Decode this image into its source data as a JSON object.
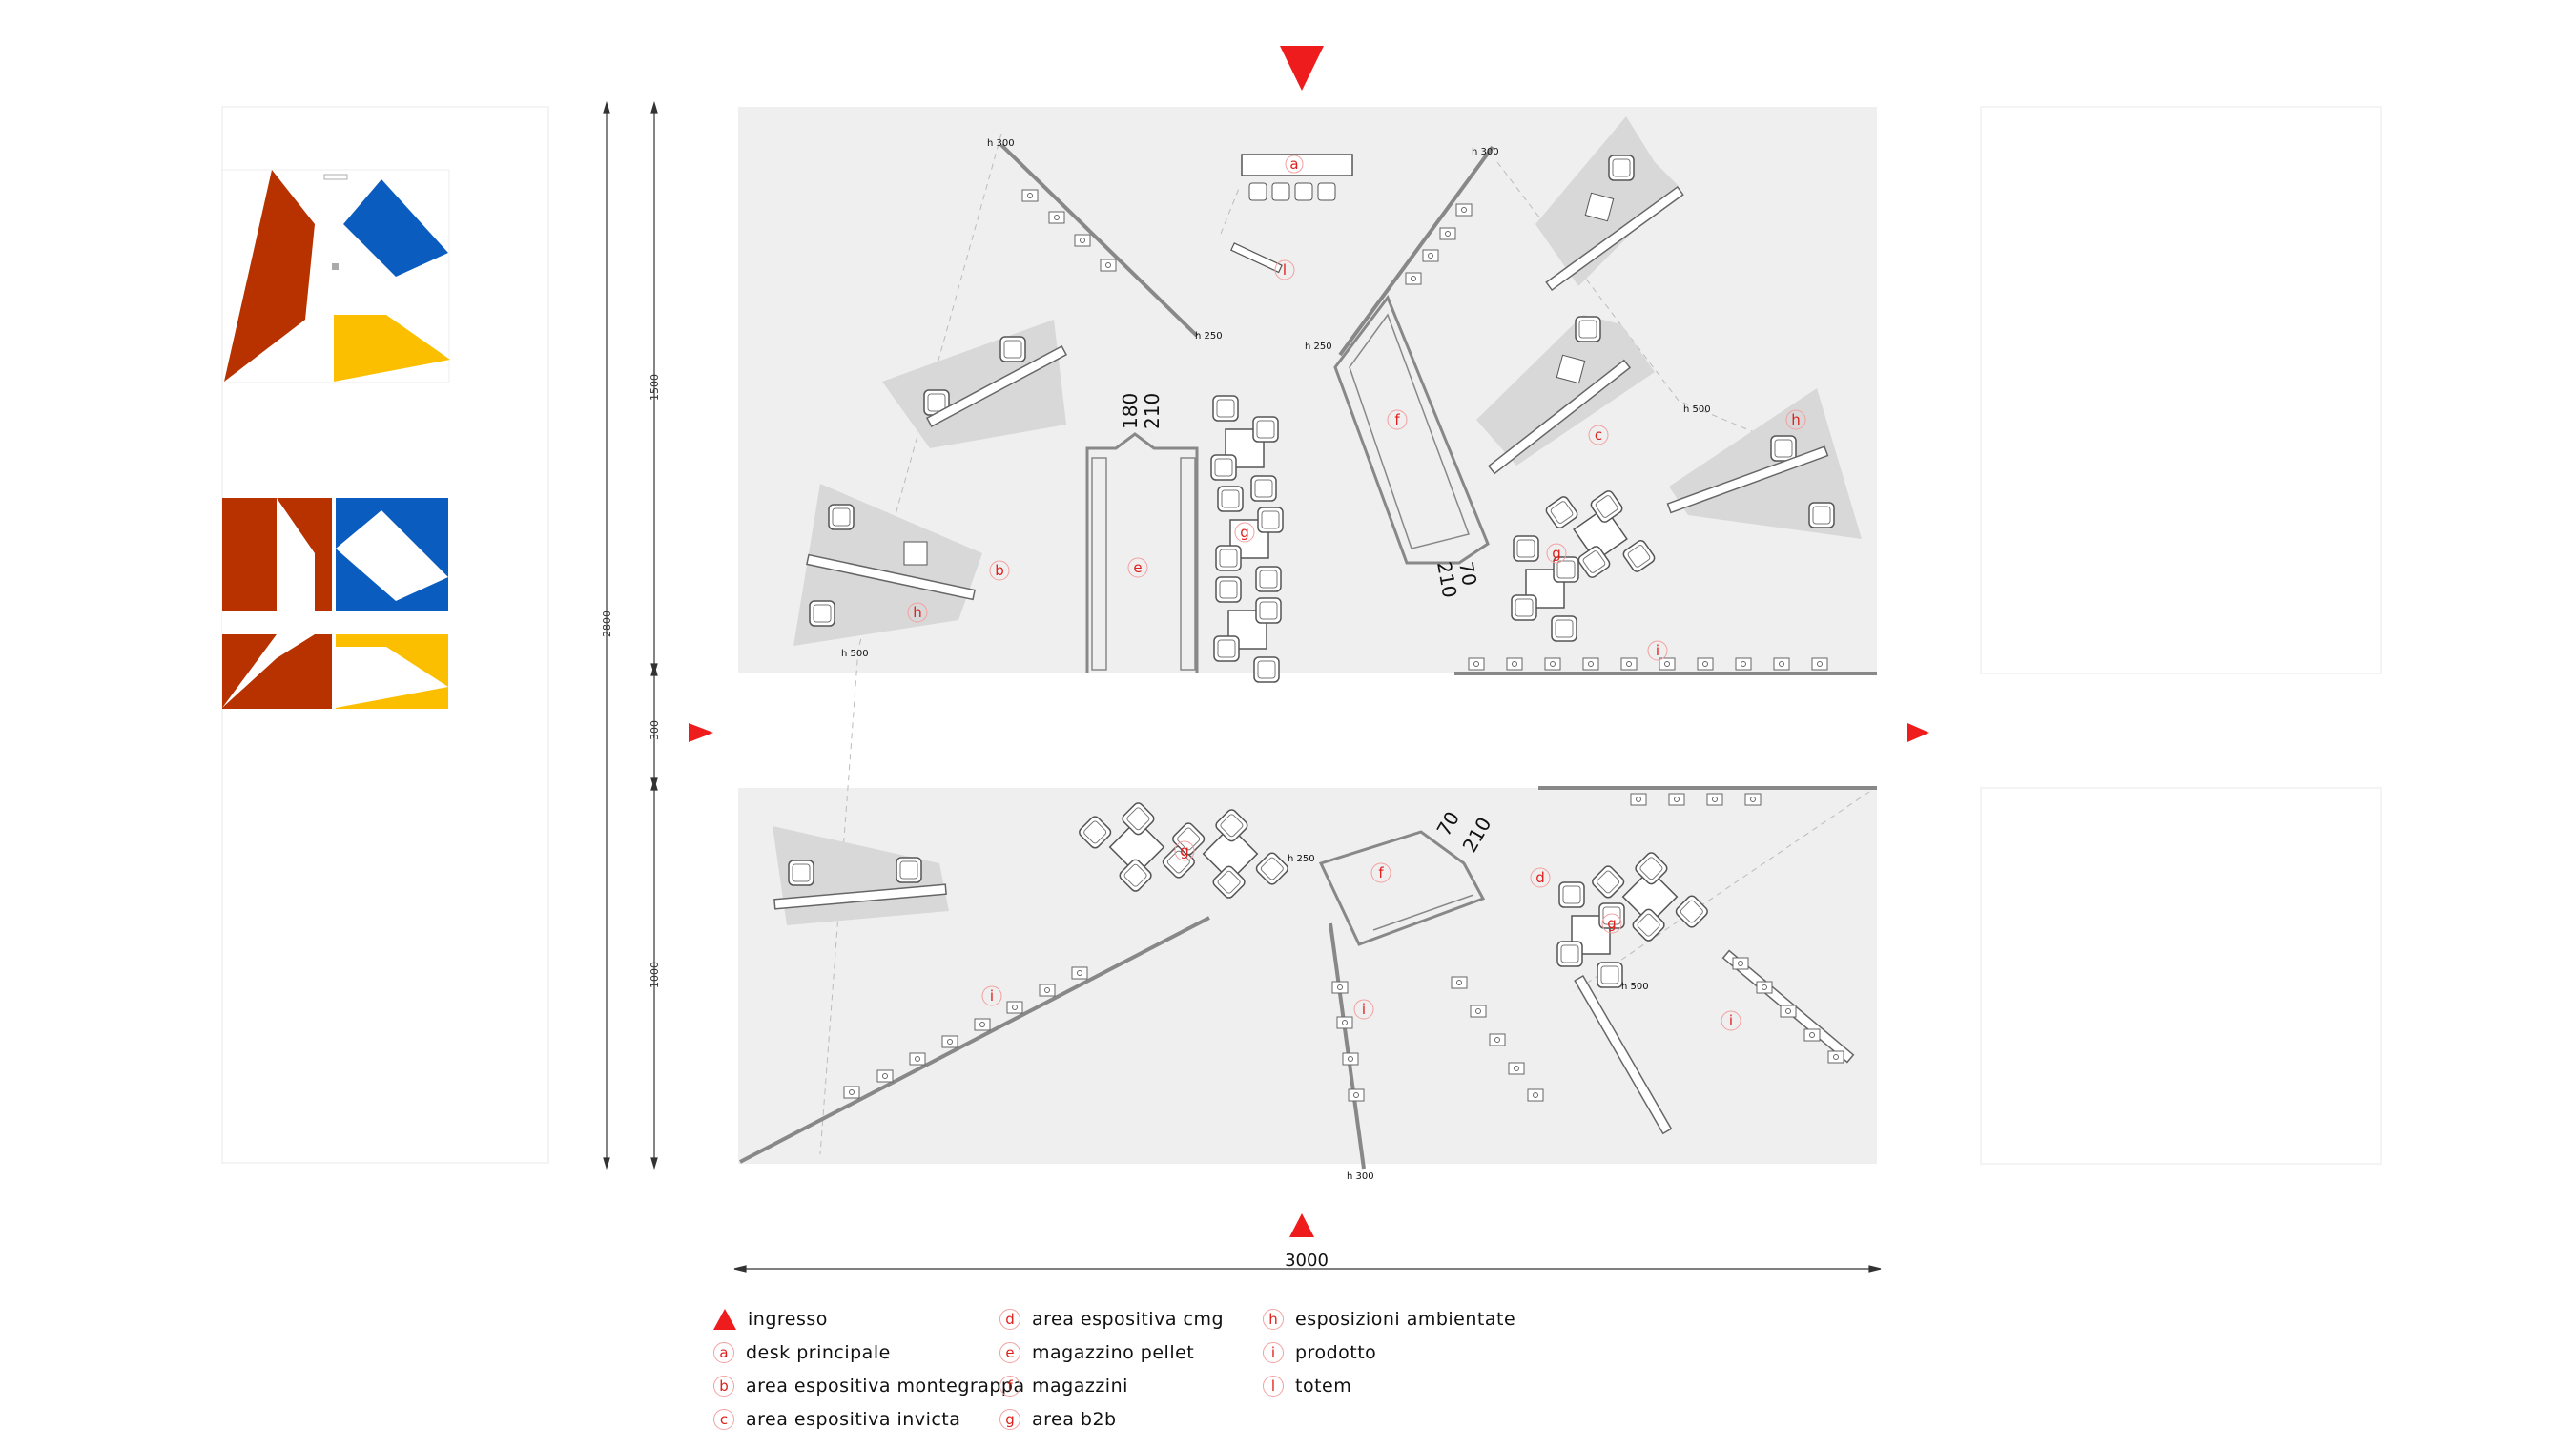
{
  "colors": {
    "accent_red": "#ee1c1c",
    "area_red": "#b83200",
    "area_blue": "#0a5cbf",
    "area_yellow": "#fcbf00",
    "floor": "#efefef",
    "zone": "#d8d8d8"
  },
  "dimensions": {
    "total_height": "2800",
    "top_depth": "1500",
    "aisle": "300",
    "bottom_depth": "1000",
    "total_width": "3000"
  },
  "heights": {
    "h300_top_left": "h 300",
    "h300_top_right": "h 300",
    "h250_center_left": "h 250",
    "h250_center_right": "h 250",
    "h500_right": "h 500",
    "h500_left": "h 500",
    "h250_bottom": "h 250",
    "h500_bottom": "h 500",
    "h300_bottom": "h 300"
  },
  "storage_dims": {
    "e_a": "180",
    "e_b": "210",
    "f_a": "70",
    "f_b": "210",
    "f2_a": "70",
    "f2_b": "210"
  },
  "markers": {
    "a": "a",
    "b": "b",
    "c": "c",
    "d": "d",
    "e": "e",
    "f": "f",
    "g": "g",
    "h": "h",
    "i": "i",
    "l": "l"
  },
  "legend": {
    "col1": [
      {
        "marker": "triangle",
        "label": "ingresso"
      },
      {
        "marker": "a",
        "label": "desk principale"
      },
      {
        "marker": "b",
        "label": "area espositiva montegrappa"
      },
      {
        "marker": "c",
        "label": "area espositiva invicta"
      }
    ],
    "col2": [
      {
        "marker": "d",
        "label": "area espositiva cmg"
      },
      {
        "marker": "e",
        "label": "magazzino pellet"
      },
      {
        "marker": "f",
        "label": "magazzini"
      },
      {
        "marker": "g",
        "label": "area b2b"
      }
    ],
    "col3": [
      {
        "marker": "h",
        "label": "esposizioni ambientate"
      },
      {
        "marker": "i",
        "label": "prodotto"
      },
      {
        "marker": "l",
        "label": "totem"
      }
    ]
  }
}
